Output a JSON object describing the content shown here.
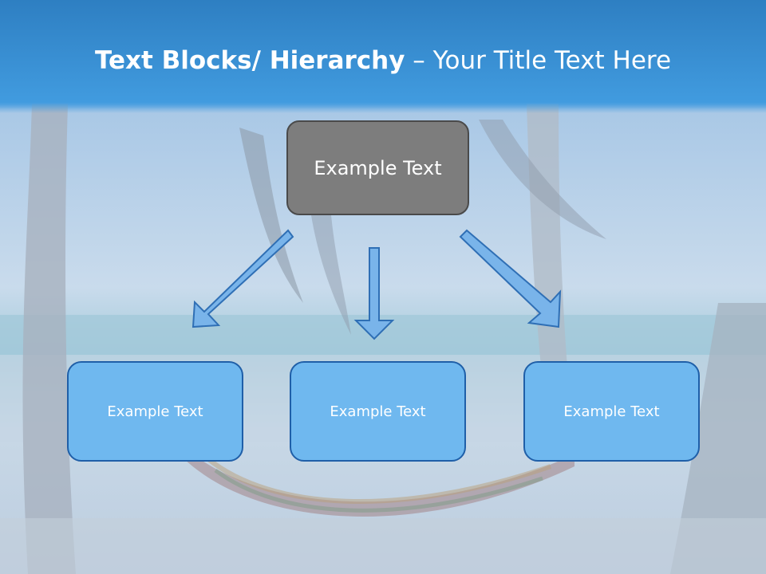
{
  "title": {
    "bold": "Text Blocks/ Hierarchy",
    "separator": " – ",
    "rest": "Your Title Text Here"
  },
  "hierarchy": {
    "root": {
      "label": "Example Text"
    },
    "children": [
      {
        "label": "Example Text"
      },
      {
        "label": "Example Text"
      },
      {
        "label": "Example Text"
      }
    ]
  },
  "colors": {
    "header_band": "#3f98db",
    "root_fill": "#7d7d7d",
    "child_fill": "#6fb8ef",
    "child_border": "#1f5fa8",
    "arrow_fill": "#79b4ea",
    "arrow_stroke": "#2f6fb5"
  }
}
